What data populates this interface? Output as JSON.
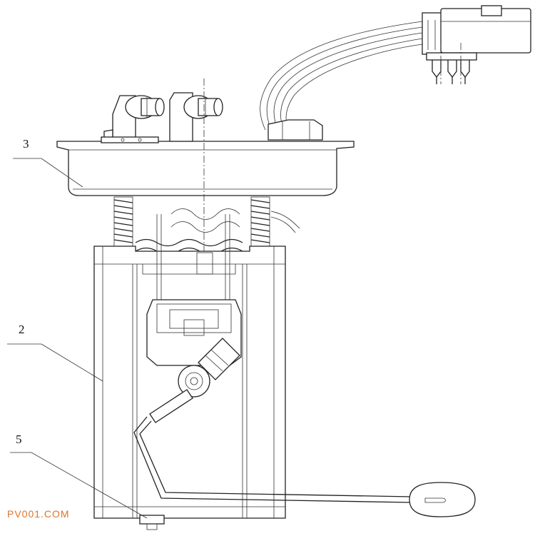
{
  "callouts": [
    {
      "label": "3"
    },
    {
      "label": "2"
    },
    {
      "label": "5"
    }
  ],
  "watermark": {
    "text": "PV001.COM",
    "color": "#e0732a"
  },
  "colors": {
    "ink": "#222222",
    "paper": "#ffffff"
  }
}
